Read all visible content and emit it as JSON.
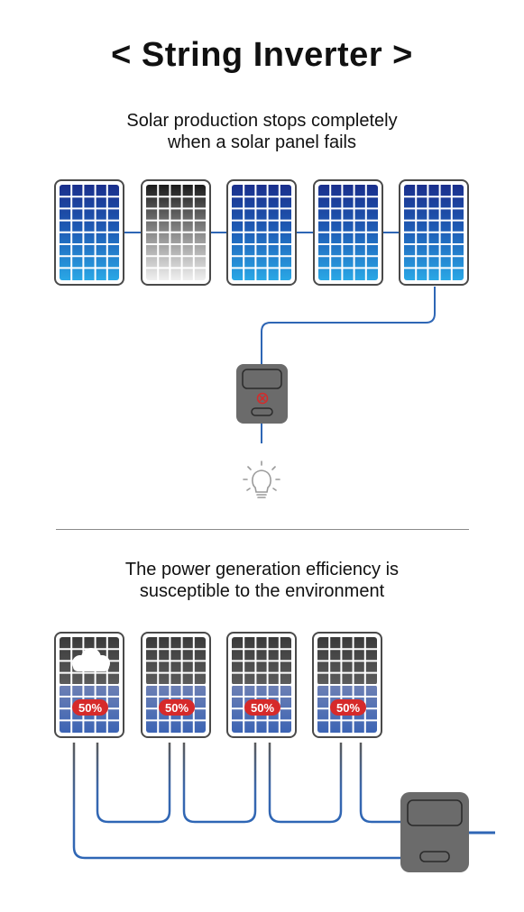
{
  "title": "< String Inverter >",
  "section1": {
    "subtitle_lines": [
      "Solar production stops completely",
      "when a solar panel fails"
    ],
    "panels": [
      "normal",
      "failed",
      "normal",
      "normal",
      "normal"
    ],
    "inverter_status_icon": "error-x-icon",
    "output_icon": "lightbulb-off-icon"
  },
  "section2": {
    "subtitle_lines": [
      "The power generation efficiency is",
      "susceptible to the environment"
    ],
    "panels": [
      {
        "efficiency": "50%",
        "shaded_by": "cloud-icon"
      },
      {
        "efficiency": "50%"
      },
      {
        "efficiency": "50%"
      },
      {
        "efficiency": "50%"
      }
    ]
  },
  "colors": {
    "panel_top": "#1a2f8c",
    "panel_bottom": "#2aa8e6",
    "failed_top": "#1a1a1a",
    "failed_bottom": "#f2f2f2",
    "wire": "#2e66b5",
    "inverter_body": "#6b6b6b",
    "badge_red": "#d62a2a"
  }
}
